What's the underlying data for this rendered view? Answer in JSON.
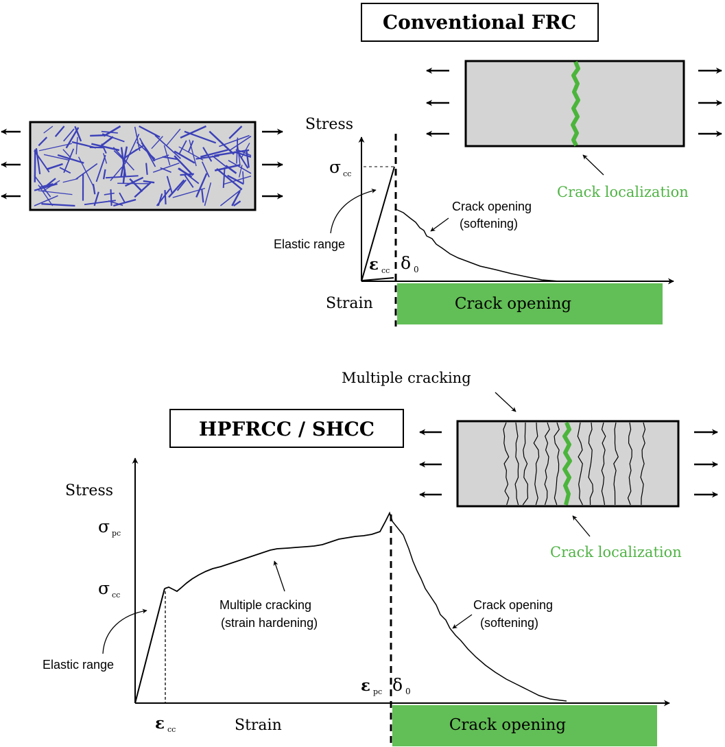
{
  "colors": {
    "specimen_fill": "#d4d4d4",
    "fiber": "#3b40b8",
    "crack_main": "#4bb53b",
    "crack_label": "#4fb344",
    "crack_opening_bar": "#62be56",
    "ink": "#000000"
  },
  "top": {
    "title": "Conventional FRC",
    "stress_label": "Stress",
    "strain_label": "Strain",
    "sigma_symbol": "σ",
    "sigma_sub": "cc",
    "epsilon_symbol": "ε",
    "epsilon_sub": "cc",
    "delta_symbol": "δ",
    "delta_sub": "0",
    "elastic_label": "Elastic range",
    "opening_label_1": "Crack opening",
    "opening_label_2": "(softening)",
    "crack_opening_bar_label": "Crack opening",
    "crack_localization": "Crack localization"
  },
  "bottom": {
    "title": "HPFRCC / SHCC",
    "stress_label": "Stress",
    "strain_label": "Strain",
    "sigma_symbol": "σ",
    "sigma_pc_sub": "pc",
    "sigma_cc_sub": "cc",
    "epsilon_symbol": "ε",
    "epsilon_cc_sub": "cc",
    "epsilon_pc_sub": "pc",
    "delta_symbol": "δ",
    "delta_sub": "0",
    "elastic_label": "Elastic range",
    "hardening_label_1": "Multiple cracking",
    "hardening_label_2": "(strain hardening)",
    "opening_label_1": "Crack opening",
    "opening_label_2": "(softening)",
    "crack_opening_bar_label": "Crack opening",
    "multiple_cracking": "Multiple cracking",
    "crack_localization": "Crack localization"
  }
}
